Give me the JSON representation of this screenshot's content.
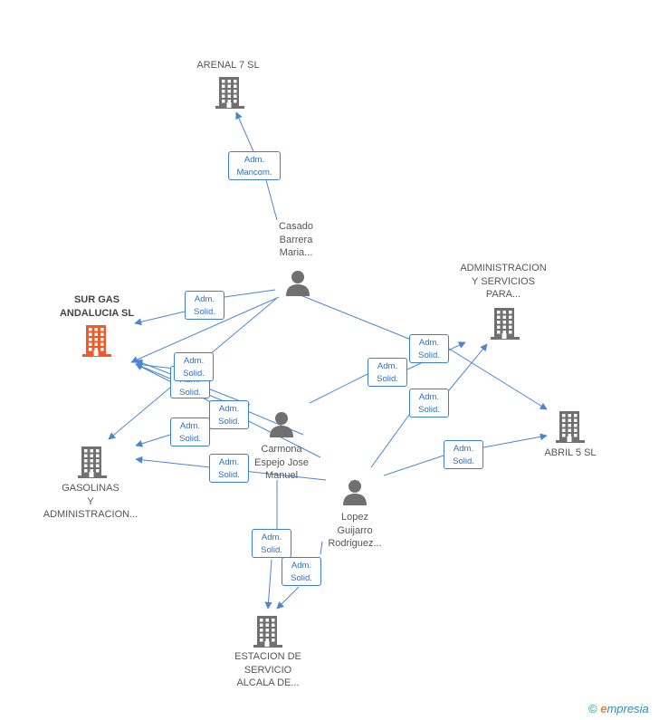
{
  "nodes": {
    "arenal": {
      "lines": [
        "ARENAL 7  SL"
      ],
      "type": "company",
      "color": "#707070"
    },
    "surgas": {
      "lines": [
        "SUR GAS",
        "ANDALUCIA SL"
      ],
      "type": "company",
      "color": "#f05a28"
    },
    "gasolinas": {
      "lines": [
        "GASOLINAS",
        "Y",
        "ADMINISTRACION..."
      ],
      "type": "company",
      "color": "#707070"
    },
    "admserv": {
      "lines": [
        "ADMINISTRACION",
        "Y SERVICIOS",
        "PARA..."
      ],
      "type": "company",
      "color": "#707070"
    },
    "abril": {
      "lines": [
        "ABRIL 5  SL"
      ],
      "type": "company",
      "color": "#707070"
    },
    "estacion": {
      "lines": [
        "ESTACION DE",
        "SERVICIO",
        "ALCALA DE..."
      ],
      "type": "company",
      "color": "#707070"
    },
    "casado": {
      "lines": [
        "Casado",
        "Barrera",
        "Maria..."
      ],
      "type": "person",
      "color": "#707070"
    },
    "carmona": {
      "lines": [
        "Carmona",
        "Espejo Jose",
        "Manuel"
      ],
      "type": "person",
      "color": "#707070"
    },
    "lopez": {
      "lines": [
        "Lopez",
        "Guijarro",
        "Rodriguez..."
      ],
      "type": "person",
      "color": "#707070"
    }
  },
  "badges": [
    {
      "id": "b1",
      "lines": [
        "Adm.",
        "Mancom."
      ]
    },
    {
      "id": "b2",
      "lines": [
        "Adm.",
        "Solid."
      ]
    },
    {
      "id": "b3",
      "lines": [
        "Adm.",
        "Solid."
      ]
    },
    {
      "id": "b4",
      "lines": [
        "Adm.",
        "Solid."
      ]
    },
    {
      "id": "b5",
      "lines": [
        "Adm.",
        "Solid."
      ]
    },
    {
      "id": "b6",
      "lines": [
        "Adm.",
        "Solid."
      ]
    },
    {
      "id": "b7",
      "lines": [
        "Adm.",
        "Solid."
      ]
    },
    {
      "id": "b8",
      "lines": [
        "Adm.",
        "Solid."
      ]
    },
    {
      "id": "b9",
      "lines": [
        "Adm.",
        "Solid."
      ]
    },
    {
      "id": "b10",
      "lines": [
        "Adm.",
        "Solid."
      ]
    },
    {
      "id": "b11",
      "lines": [
        "Adm.",
        "Solid."
      ]
    },
    {
      "id": "b12",
      "lines": [
        "Adm.",
        "Solid."
      ]
    },
    {
      "id": "b13",
      "lines": [
        "Adm.",
        "Solid."
      ]
    }
  ],
  "footer": {
    "copyright": "©",
    "brand_e": "e",
    "brand_rest": "mpresia"
  },
  "colors": {
    "edge": "#4a86d4",
    "badge_border": "#3b7fd0",
    "badge_text": "#2f6fc0"
  }
}
